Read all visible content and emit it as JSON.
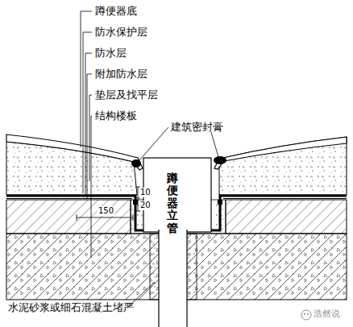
{
  "diagram": {
    "labels": [
      "蹲便器底",
      "防水保护层",
      "防水层",
      "附加防水层",
      "垫层及找平层",
      "结构楼板",
      "建筑密封膏",
      "蹲便器立管",
      "150",
      "10",
      "20",
      "水泥砂浆或细石混凝土堵严",
      "浩然说"
    ]
  }
}
